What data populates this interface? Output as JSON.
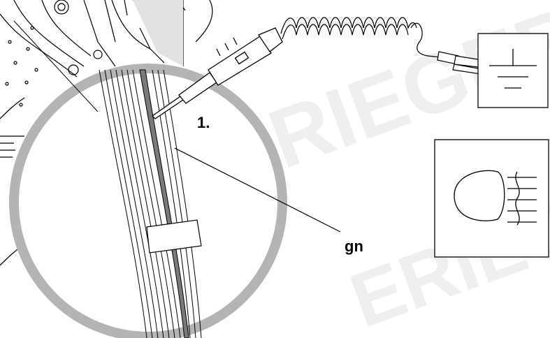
{
  "labels": {
    "step": "1.",
    "wire_color": "gn"
  },
  "watermark": {
    "text": "ERIEGER",
    "color": "#efefef"
  },
  "icons": {
    "ground_symbol": "ground-icon",
    "bulb_symbol": "headlamp-icon"
  },
  "colors": {
    "magnifier_ring": "#b4b4b4",
    "highlighted_wire": "#7a7a7a",
    "line": "#000000"
  }
}
